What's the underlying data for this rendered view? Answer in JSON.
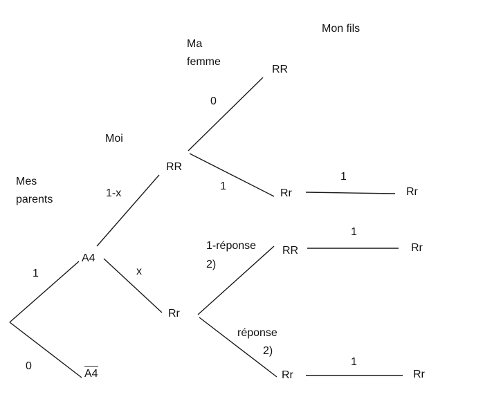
{
  "headers": {
    "parents": "Mes\nparents",
    "me": "Moi",
    "wife": "Ma\nfemme",
    "son": "Mon fils"
  },
  "nodes": {
    "a4": "A4",
    "a4_bar": "A4",
    "moi_rr": "RR",
    "moi_rr_small": "Rr",
    "wife_rr_top": "RR",
    "wife_rr_mid": "Rr",
    "wife_rr_from_rr": "RR",
    "wife_rr_bottom": "Rr",
    "son_1": "Rr",
    "son_2": "Rr",
    "son_3": "Rr"
  },
  "edges": {
    "root_to_a4": "1",
    "root_to_a4bar": "0",
    "a4_to_rr": "1-x",
    "a4_to_rr_small": "x",
    "rr_to_wife_rr": "0",
    "rr_to_wife_rr_small": "1",
    "rr_small_to_wife_rr": "1-réponse\n2)",
    "rr_small_to_wife_rr_small": "réponse\n2)",
    "wife_mid_to_son": "1",
    "wife_rr_to_son": "1",
    "wife_bottom_to_son": "1"
  }
}
